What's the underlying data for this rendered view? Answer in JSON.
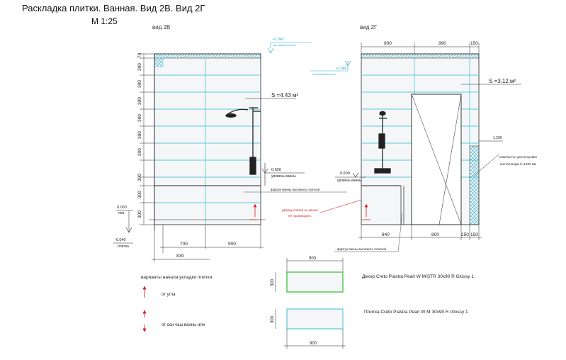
{
  "header": {
    "title": "Раскладка плитки. Ванная. Вид 2В. Вид 2Г",
    "scale": "М 1:25"
  },
  "views": {
    "left": {
      "label": "вид 2В",
      "area": "S =4.43 м²",
      "top_level_mark": "+2.040",
      "top_level_note": "чистовой потолок",
      "zero_mark": "0.000",
      "zero_note": "пол",
      "neg_mark": "-0.040",
      "neg_note": "плитка",
      "bath_mark": "0.600",
      "bath_note": "уровень ванны",
      "bath_front_note": "фартук ванны выложить плиткой",
      "row_heights": [
        "70",
        "300",
        "300",
        "300",
        "300",
        "300",
        "300",
        "300",
        "300",
        "300"
      ],
      "bottom_dims": [
        "700",
        "900"
      ],
      "total_width": "830"
    },
    "right": {
      "label": "вид 2Г",
      "area": "S =3.12 м²",
      "top_dims": [
        "900",
        "890",
        "150"
      ],
      "bottom_dims": [
        "840",
        "800",
        "250",
        "150"
      ],
      "top_level_mark": "+2.040",
      "top_level_note": "чистовой потолок",
      "bath_mark": "0.600",
      "bath_note": "уровень ванны",
      "side_mark": "1.200",
      "side_note_line1": "отметка Гкл для встройки",
      "side_note_line2": "инсталляции h=1200 мм",
      "red_note_line1": "дверцу плитки не менее",
      "red_note_line2": "не производить",
      "bath_front_note": "фартук ванны выложить плиткой"
    }
  },
  "legend": {
    "start_title": "варианты начала укладки плитки:",
    "start_from_floor": "от угла",
    "start_from_bath": "от оси чаш ванны или",
    "decor_width": "900",
    "decor_height": "300",
    "decor_label": "Декор Creto Piastra Pearl W M/STR 30х90 R Glossy 1",
    "tile_width": "900",
    "tile_height": "300",
    "tile_label": "Плитка Creto Piastra Pearl W M 30х90 R Glossy 1"
  },
  "colors": {
    "tile_grid": "#5ec9d8",
    "tile_fill": "#f4f6f7",
    "decor_border": "#3cc43c",
    "hatch": "#33aacc",
    "annotation_red": "#dd2222",
    "line": "#222222"
  }
}
